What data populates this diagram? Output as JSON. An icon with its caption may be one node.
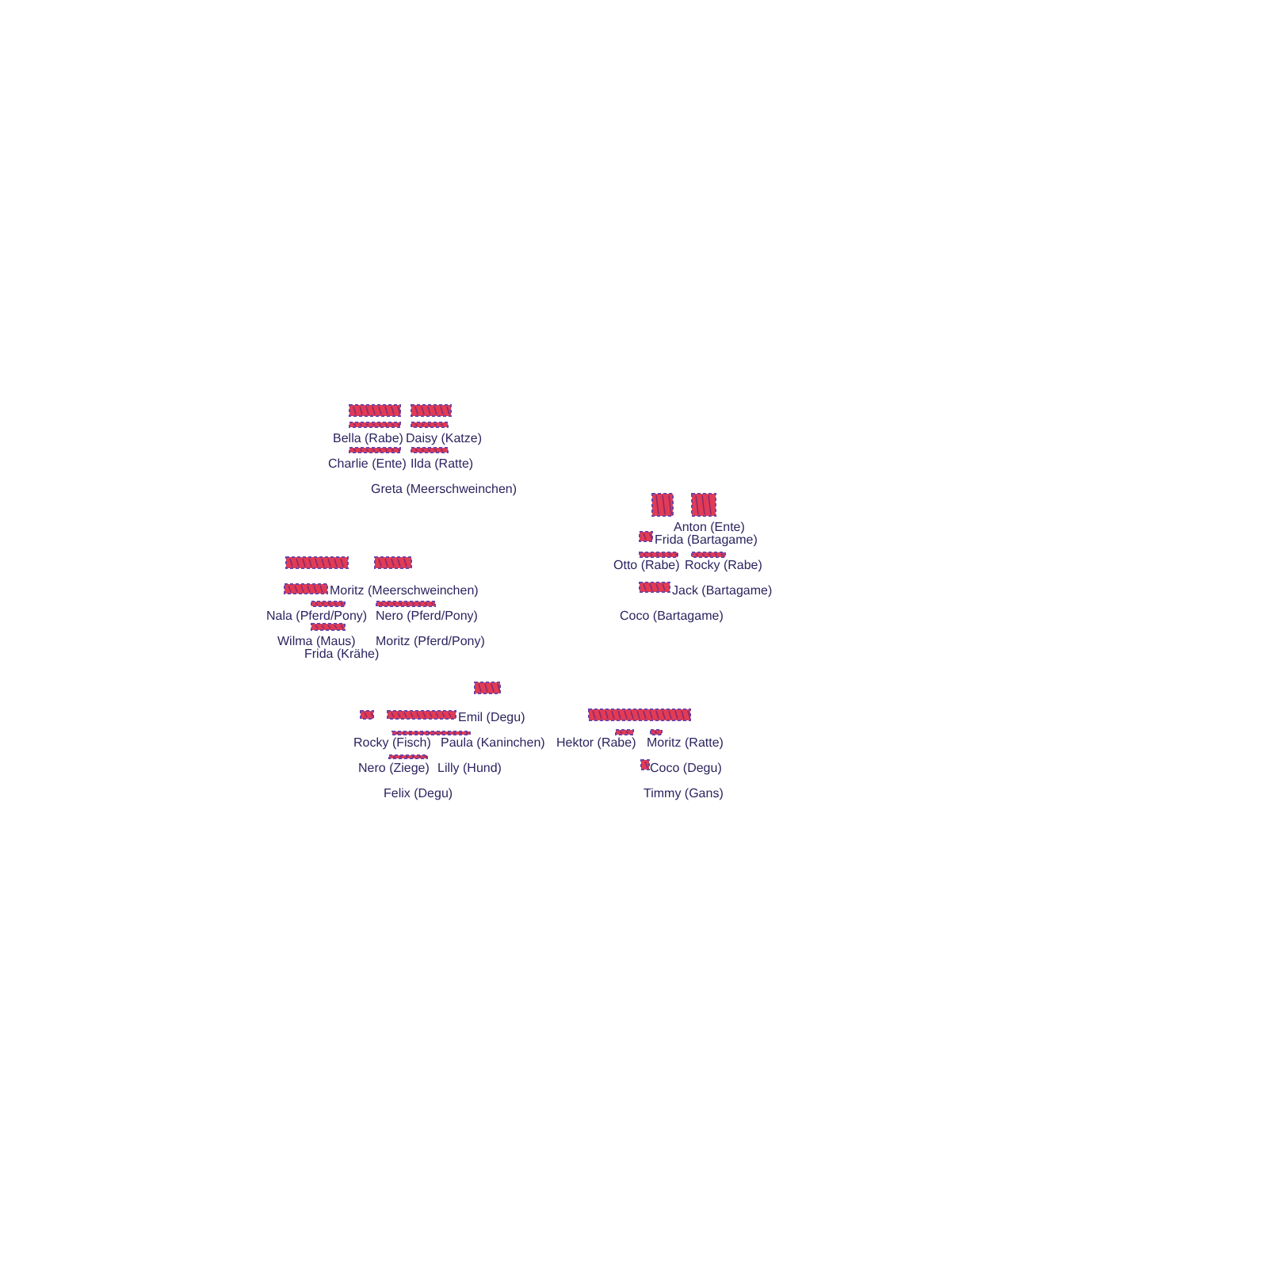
{
  "diagram": {
    "labels": [
      "Bella (Rabe)",
      "Daisy (Katze)",
      "Charlie (Ente)",
      "Ilda (Ratte)",
      "Greta (Meerschweinchen)",
      "Anton (Ente)",
      "Frida (Bartagame)",
      "Otto (Rabe)",
      "Rocky (Rabe)",
      "Jack (Bartagame)",
      "Coco (Bartagame)",
      "Moritz (Meerschweinchen)",
      "Nala (Pferd/Pony)",
      "Nero (Pferd/Pony)",
      "Wilma (Maus)",
      "Moritz (Pferd/Pony)",
      "Frida (Krähe)",
      "Emil (Degu)",
      "Rocky (Fisch)",
      "Paula (Kaninchen)",
      "Nero (Ziege)",
      "Lilly (Hund)",
      "Felix (Degu)",
      "Hektor (Rabe)",
      "Moritz (Ratte)",
      "Coco (Degu)",
      "Timmy (Gans)"
    ]
  }
}
